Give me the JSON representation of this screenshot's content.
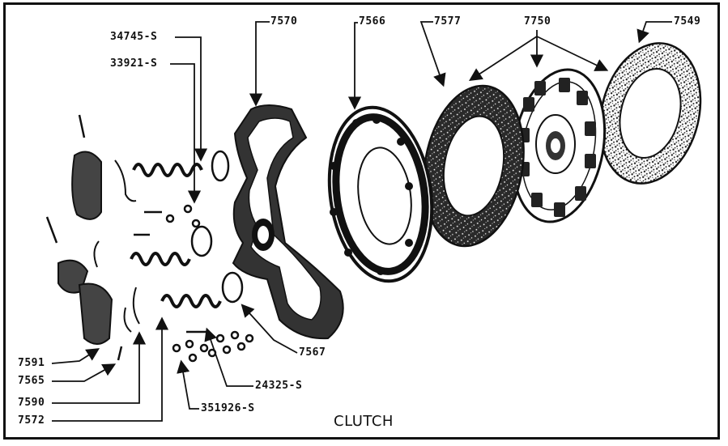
{
  "diagram": {
    "caption": "CLUTCH",
    "parts": {
      "p34745s": "34745-S",
      "p33921s": "33921-S",
      "p7570": "7570",
      "p7566": "7566",
      "p7577": "7577",
      "p7750": "7750",
      "p7549": "7549",
      "p7591": "7591",
      "p7565": "7565",
      "p7590": "7590",
      "p7572": "7572",
      "p7567": "7567",
      "p24325s": "24325-S",
      "p351926s": "351926-S"
    }
  }
}
